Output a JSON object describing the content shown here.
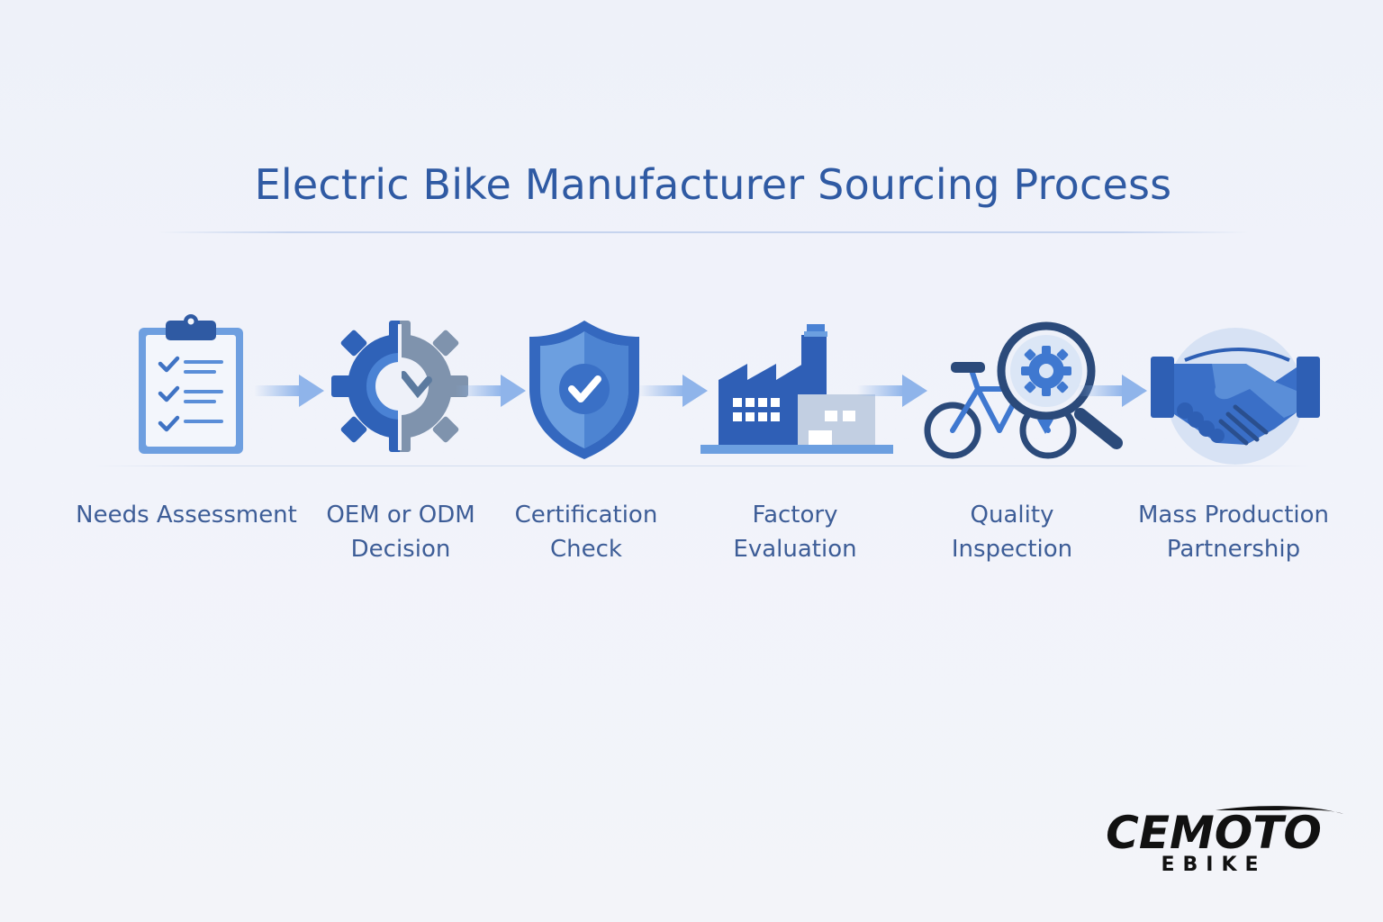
{
  "title": "Electric Bike Manufacturer Sourcing Process",
  "steps": [
    {
      "label": "Needs Assessment",
      "icon": "clipboard-checklist-icon"
    },
    {
      "label": "OEM or ODM Decision",
      "icon": "gear-icon"
    },
    {
      "label": "Certification Check",
      "icon": "shield-check-icon"
    },
    {
      "label": "Factory Evaluation",
      "icon": "factory-icon"
    },
    {
      "label": "Quality Inspection",
      "icon": "bike-magnifier-icon"
    },
    {
      "label": "Mass Production Partnership",
      "icon": "handshake-icon"
    }
  ],
  "brand": {
    "name": "CEMOTO",
    "sub": "EBIKE"
  },
  "colors": {
    "primary": "#2f5aa3",
    "secondary": "#4a82d4",
    "light": "#8fb4ea",
    "label": "#3d5d97",
    "background": "#eef1f9"
  }
}
